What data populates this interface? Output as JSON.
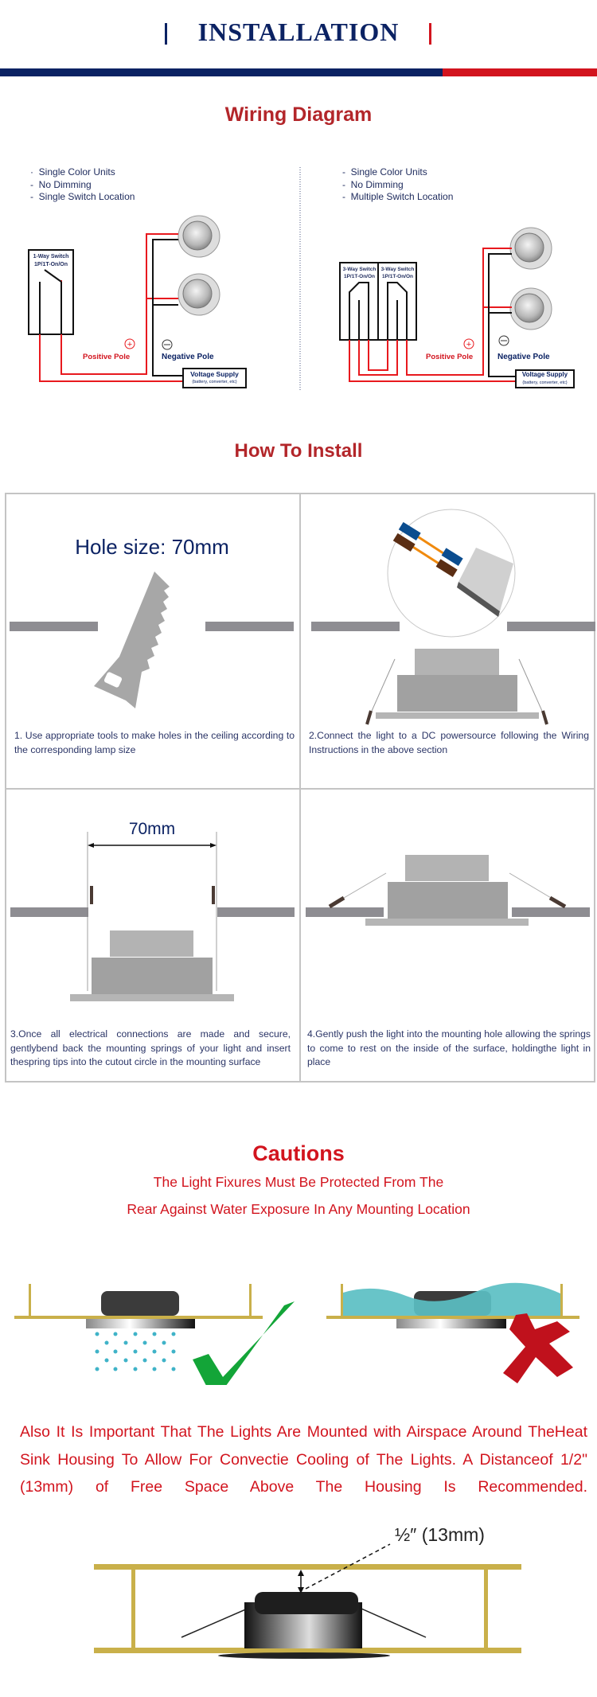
{
  "header": {
    "title": "INSTALLATION",
    "colors": {
      "navy": "#0b2263",
      "red": "#d2141e"
    }
  },
  "wiring": {
    "heading": "Wiring Diagram",
    "left": {
      "bullets": [
        "Single Color Units",
        "No Dimming",
        "Single Switch Location"
      ],
      "switch_label": [
        "1-Way Switch",
        "1P/1T-On/On"
      ],
      "positive": "Positive Pole",
      "negative": "Negative Pole",
      "supply": [
        "Voltage Supply",
        "(battery, converter, etc)"
      ]
    },
    "right": {
      "bullets": [
        "Single Color Units",
        "No Dimming",
        "Multiple Switch Location"
      ],
      "switch_label": [
        "3-Way Switch",
        "1P/1T-On/On"
      ],
      "positive": "Positive Pole",
      "negative": "Negative Pole",
      "supply": [
        "Voltage Supply",
        "(battery, converter, etc)"
      ]
    }
  },
  "install": {
    "heading": "How To Install",
    "hole_size": "Hole size: 70mm",
    "dimension": "70mm",
    "steps": [
      "1. Use appropriate tools to make holes in the ceiling according to the corresponding lamp size",
      "2.Connect the light to a DC powersource following the Wiring Instructions in the above section",
      "3.Once all electrical connections are made and secure, gentlybend back the mounting springs of your light and insert thespring tips into the cutout circle in the mounting surface",
      "4.Gently push the light into the mounting hole allowing the springs to come to rest on the inside of the surface, holdingthe light in place"
    ]
  },
  "cautions": {
    "heading": "Cautions",
    "line1": "The Light Fixures Must Be Protected From The",
    "line2": "Rear Against Water Exposure In Any Mounting Location",
    "paragraph": "Also It Is Important That The Lights Are Mounted with Airspace Around TheHeat Sink Housing To Allow For Convectie Cooling of The Lights. A Distanceof 1/2\" (13mm) of Free Space Above The Housing Is Recommended.",
    "clearance": "½″ (13mm)",
    "icons": [
      "check-icon",
      "cross-icon"
    ]
  }
}
